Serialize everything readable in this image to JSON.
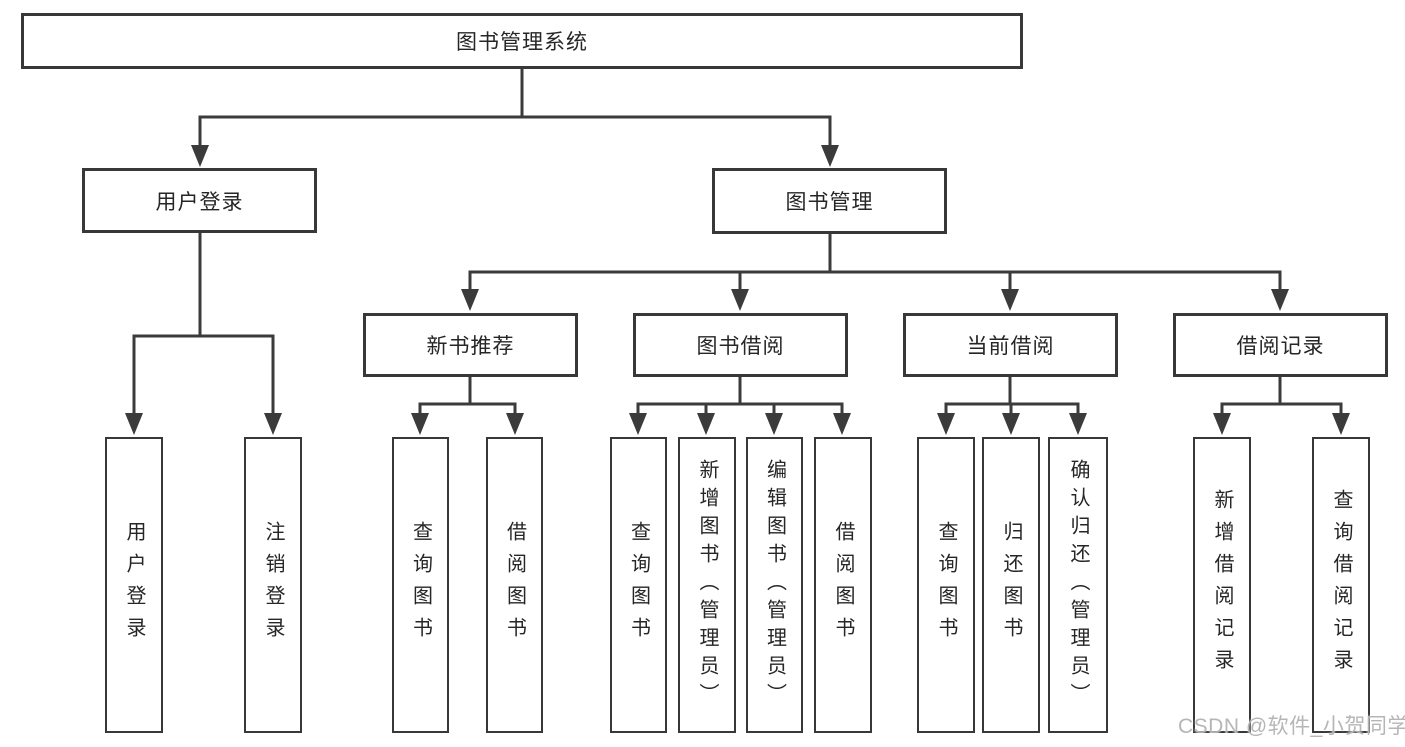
{
  "diagram": {
    "root": {
      "label": "图书管理系统"
    },
    "level2": [
      {
        "label": "用户登录"
      },
      {
        "label": "图书管理"
      }
    ],
    "level3": [
      {
        "label": "新书推荐"
      },
      {
        "label": "图书借阅"
      },
      {
        "label": "当前借阅"
      },
      {
        "label": "借阅记录"
      }
    ],
    "leaves": {
      "user_login": [
        {
          "label": "用户登录"
        },
        {
          "label": "注销登录"
        }
      ],
      "new_book": [
        {
          "label": "查询图书"
        },
        {
          "label": "借阅图书"
        }
      ],
      "book_borrow": [
        {
          "label": "查询图书"
        },
        {
          "label": "新增图书（管理员）"
        },
        {
          "label": "编辑图书（管理员）"
        },
        {
          "label": "借阅图书"
        }
      ],
      "current_borrow": [
        {
          "label": "查询图书"
        },
        {
          "label": "归还图书"
        },
        {
          "label": "确认归还（管理员）"
        }
      ],
      "borrow_record": [
        {
          "label": "新增借阅记录"
        },
        {
          "label": "查询借阅记录"
        }
      ]
    },
    "watermark": "CSDN @软件_小贺同学",
    "colors": {
      "line": "#3b3b3b",
      "border": "#383838",
      "fill": "#ffffff",
      "text": "#262626",
      "watermark": "#b3b3b3",
      "background": "#ffffff"
    }
  }
}
